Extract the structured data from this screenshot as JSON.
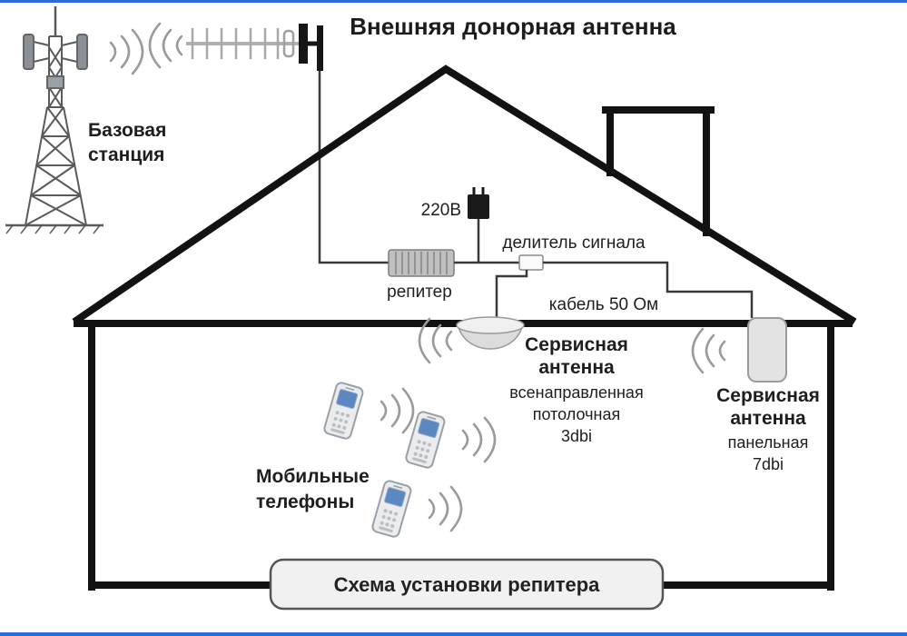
{
  "diagram": {
    "title": "Внешняя донорная антенна",
    "base_station": {
      "line1": "Базовая",
      "line2": "станция"
    },
    "power_label": "220В",
    "repeater_label": "репитер",
    "splitter_label": "делитель сигнала",
    "cable_label": "кабель 50 Ом",
    "ceiling_antenna": {
      "line1": "Сервисная",
      "line2": "антенна",
      "line3": "всенаправленная",
      "line4": "потолочная",
      "line5": "3dbi"
    },
    "panel_antenna": {
      "line1": "Сервисная",
      "line2": "антенна",
      "line3": "панельная",
      "line4": "7dbi"
    },
    "mobile_phones": {
      "line1": "Мобильные",
      "line2": "телефоны"
    },
    "caption": "Схема установки репитера",
    "colors": {
      "outline": "#121212",
      "accent_blue": "#2f6bd8",
      "text": "#1e1e1e",
      "wave_gray": "#9b9b9b"
    }
  }
}
